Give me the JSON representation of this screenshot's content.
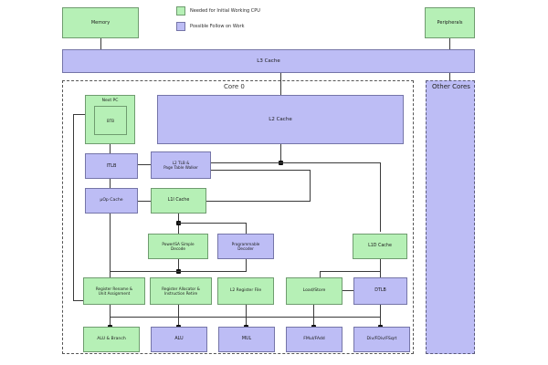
{
  "diagram": {
    "title_label": "Core 0",
    "other_cores_label": "Other Cores"
  },
  "legend": {
    "items": [
      {
        "label": "Needed for Initial Working CPU",
        "color": "#b6f0b6"
      },
      {
        "label": "Possible Follow on Work",
        "color": "#bdbdf5"
      }
    ]
  },
  "blocks": {
    "memory": "Memory",
    "peripherals": "Peripherals",
    "l3_cache": "L3 Cache",
    "l2_cache": "L2 Cache",
    "next_pc": "Next PC",
    "btb": "BTB",
    "itlb": "ITLB",
    "l2_tlb": "L2 TLB &\nPage Table Walker",
    "l2_tlb_line1": "L2 TLB &",
    "l2_tlb_line2": "Page Table Walker",
    "uop_cache": "µOp Cache",
    "l1i_cache": "L1I Cache",
    "powerisa_decode_line1": "PowerISA Simple",
    "powerisa_decode_line2": "Decode",
    "programmable_decoder_line1": "Programmable",
    "programmable_decoder_line2": "Decoder",
    "l1d_cache": "L1D Cache",
    "register_rename_line1": "Register Rename &",
    "register_rename_line2": "Unit Assignment",
    "register_allocator_line1": "Register Allocator &",
    "register_allocator_line2": "Instruction Retire",
    "l2_register_file": "L2 Register File",
    "load_store": "Load/Store",
    "dtlb": "DTLB",
    "alu_branch": "ALU & Branch",
    "alu": "ALU",
    "mul": "MUL",
    "fmul_fadd": "FMul/FAdd",
    "div_fdiv_fsqrt": "Div/FDiv/FSqrt"
  },
  "colors": {
    "green_fill": "#b6f0b6",
    "green_border": "#6f9c6f",
    "purple_fill": "#bdbdf5",
    "purple_border": "#7575a8",
    "line": "#3a3a3a",
    "background": "#ffffff"
  }
}
